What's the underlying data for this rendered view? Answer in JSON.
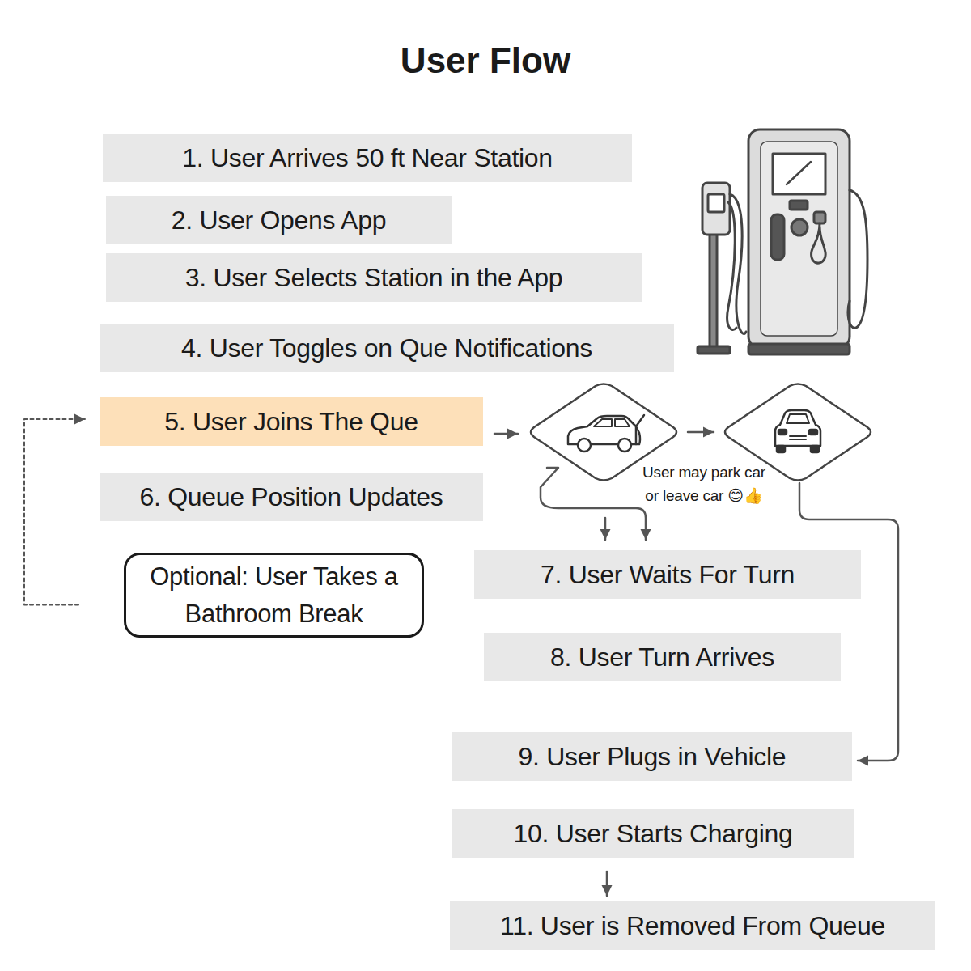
{
  "diagram": {
    "title": "User Flow",
    "nodes": [
      {
        "text": [
          "1. User Arrives 50 ft Near Station"
        ]
      },
      {
        "text": [
          "2. User Opens App"
        ]
      },
      {
        "text": [
          "3. User Selects Station in the App"
        ]
      },
      {
        "text": [
          "4. User Toggles on Que Notifications"
        ]
      },
      {
        "text": [
          "5. User Joins The Que"
        ]
      },
      {
        "text": [
          "User may park car or leave car 😊👍"
        ]
      },
      {
        "text": []
      },
      {
        "text": [
          "6. Queue Position Updates"
        ]
      },
      {
        "text": [
          "Optional: User Takes a Bathroom Break"
        ]
      },
      {
        "text": [
          "7. User Waits For Turn"
        ]
      },
      {
        "text": [
          "8. User Turn Arrives"
        ]
      },
      {
        "text": [
          "9. User Plugs in Vehicle"
        ]
      },
      {
        "text": [
          "10. User Starts Charging"
        ]
      },
      {
        "text": [
          "11. User is Removed From Queue"
        ]
      }
    ],
    "edges": [
      {
        "from": 4,
        "to": 5,
        "arrow": "to"
      },
      {
        "from": 5,
        "to": 6,
        "arrow": "to"
      },
      {
        "from": 5,
        "to": 9,
        "arrow": "to"
      },
      {
        "from": 6,
        "to": 11,
        "arrow": "to"
      },
      {
        "from": 8,
        "to": 4,
        "arrow": "to"
      },
      {
        "from": 12,
        "to": 13,
        "arrow": "to"
      }
    ]
  }
}
